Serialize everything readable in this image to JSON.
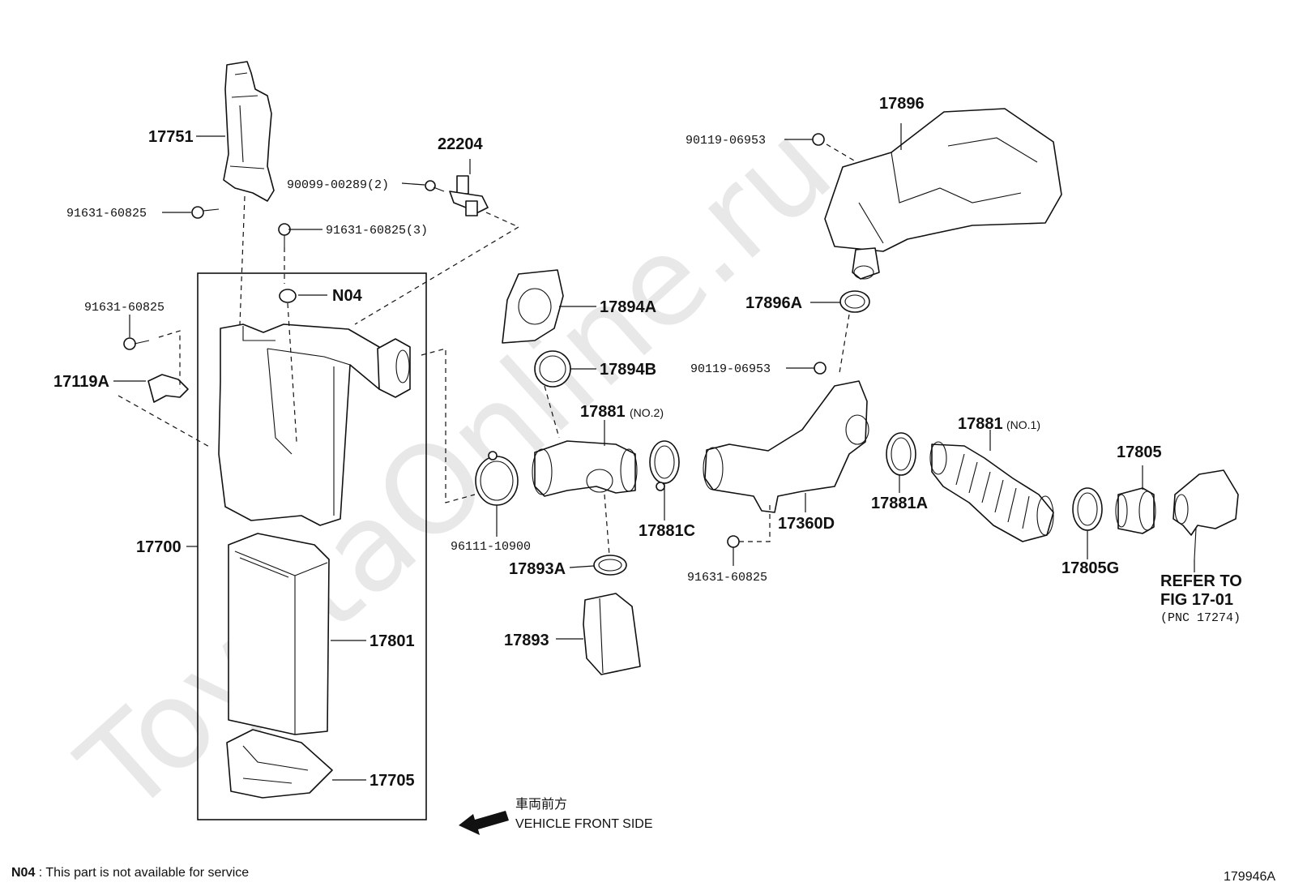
{
  "watermark": "ToyotaOnline.ru",
  "parts": {
    "p17751": "17751",
    "p22204": "22204",
    "p90099": "90099-00289(2)",
    "p91631_a": "91631-60825",
    "p91631_3": "91631-60825(3)",
    "pN04": "N04",
    "p91631_b": "91631-60825",
    "p17119A": "17119A",
    "p17700": "17700",
    "p17801": "17801",
    "p17705": "17705",
    "p17894A": "17894A",
    "p17894B": "17894B",
    "p17881_no2": "17881",
    "no2": "(NO.2)",
    "p96111": "96111-10900",
    "p17881C": "17881C",
    "p17893A": "17893A",
    "p17893": "17893",
    "p17896": "17896",
    "p90119_a": "90119-06953",
    "p17896A": "17896A",
    "p90119_b": "90119-06953",
    "p17360D": "17360D",
    "p91631_c": "91631-60825",
    "p17881A": "17881A",
    "p17881_no1": "17881",
    "no1": "(NO.1)",
    "p17805": "17805",
    "p17805G": "17805G",
    "refer_1": "REFER TO",
    "refer_2": "FIG 17-01",
    "refer_3": "(PNC 17274)"
  },
  "direction": {
    "jp": "車両前方",
    "en": "VEHICLE FRONT SIDE"
  },
  "footnote": {
    "code": "N04",
    "text": " : This part is not available for service"
  },
  "figure_id": "179946A"
}
